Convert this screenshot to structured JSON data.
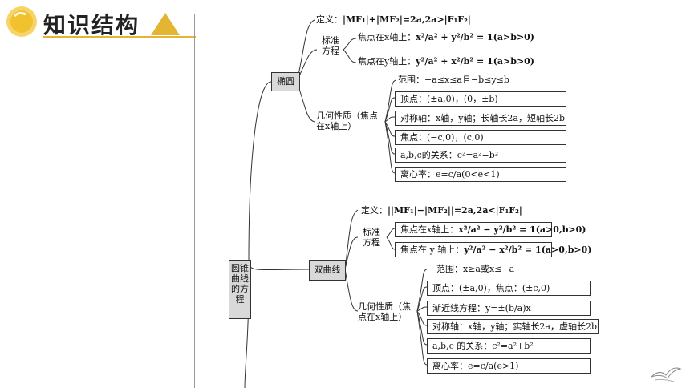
{
  "header": {
    "title": "知识结构"
  },
  "root": {
    "label": "圆锥曲线的方程"
  },
  "ellipse": {
    "label": "椭圆",
    "definition": {
      "prefix": "定义：",
      "formula": "|MF₁|+|MF₂|=2a,2a>|F₁F₂|"
    },
    "standard": {
      "label": "标准方程",
      "x_focus": {
        "prefix": "焦点在x轴上：",
        "formula": "x²/a² + y²/b² = 1(a>b>0)"
      },
      "y_focus": {
        "prefix": "焦点在y轴上：",
        "formula": "y²/a² + x²/b² = 1(a>b>0)"
      }
    },
    "geometry": {
      "label": "几何性质（焦点在x轴上）",
      "items": [
        "范围：−a≤x≤a且−b≤y≤b",
        "顶点：(±a,0)，(0，±b)",
        "对称轴：x轴，y轴；长轴长2a，短轴长2b",
        "焦点：(−c,0)，(c,0)",
        "a,b,c的关系：c²=a²−b²",
        "离心率：e=c/a(0<e<1)"
      ]
    }
  },
  "hyperbola": {
    "label": "双曲线",
    "definition": {
      "prefix": "定义：",
      "formula": "||MF₁|−|MF₂||=2a,2a<|F₁F₂|"
    },
    "standard": {
      "label": "标准方程",
      "x_focus": {
        "prefix": "焦点在x轴上：",
        "formula": "x²/a² − y²/b² = 1(a>0,b>0)"
      },
      "y_focus": {
        "prefix": "焦点在 y 轴上：",
        "formula": "y²/a² − x²/b² = 1(a>0,b>0)"
      }
    },
    "geometry": {
      "label": "几何性质（焦点在x轴上）",
      "items": [
        "范围：x≥a或x≤−a",
        "顶点：(±a,0)，焦点：(±c,0)",
        "渐近线方程：y=±(b/a)x",
        "对称轴：x轴，y轴；实轴长2a，虚轴长2b",
        "a,b,c 的关系：c²=a²+b²",
        "离心率：e=c/a(e>1)"
      ]
    }
  },
  "colors": {
    "accent": "#e3b533",
    "node_fill": "#d9d9d9",
    "line": "#333333"
  }
}
